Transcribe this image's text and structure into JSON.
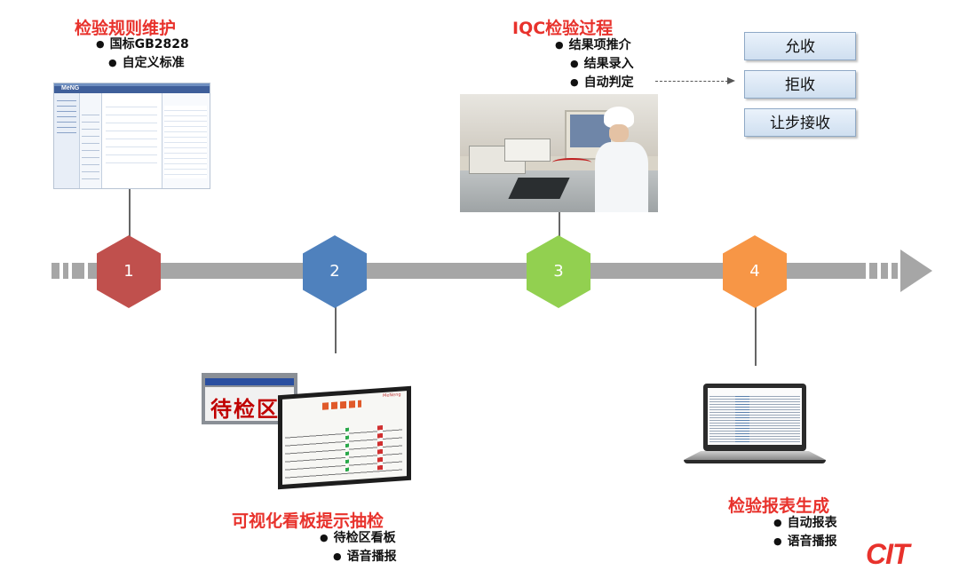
{
  "step1": {
    "title": "检验规则维护",
    "bullets": [
      "国标GB2828",
      "自定义标准"
    ],
    "number": "1"
  },
  "step2": {
    "title": "可视化看板提示抽检",
    "bullets": [
      "待检区看板",
      "语音播报"
    ],
    "number": "2"
  },
  "step3": {
    "title": "IQC检验过程",
    "bullets": [
      "结果项推介",
      "结果录入",
      "自动判定"
    ],
    "number": "3"
  },
  "step4": {
    "title": "检验报表生成",
    "bullets": [
      "自动报表",
      "语音播报"
    ],
    "number": "4"
  },
  "results": [
    "允收",
    "拒收",
    "让步接收"
  ],
  "board": {
    "sign": "待检区",
    "screen_brand": "MeNeng"
  },
  "software": {
    "brand": "MeNG"
  },
  "logo": {
    "text": "CIT"
  },
  "colors": {
    "step1": "#c0504d",
    "step2": "#4f81bd",
    "step3": "#92d050",
    "step4": "#f79646",
    "title": "#e8322c",
    "timeline": "#a6a6a6"
  }
}
